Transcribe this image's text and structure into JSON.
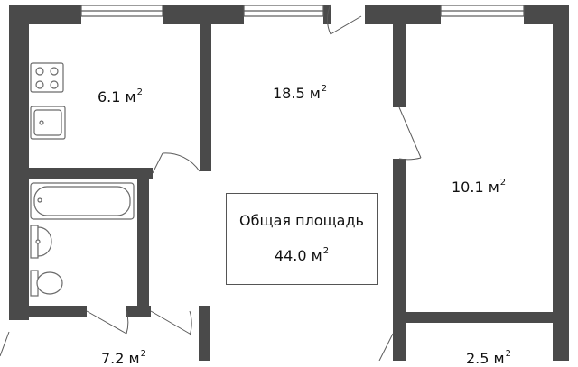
{
  "rooms": [
    {
      "id": "kitchen",
      "area": "6.1",
      "unit": "м"
    },
    {
      "id": "living",
      "area": "18.5",
      "unit": "м"
    },
    {
      "id": "bedroom",
      "area": "10.1",
      "unit": "м"
    },
    {
      "id": "hall",
      "area": "7.2",
      "unit": "м"
    },
    {
      "id": "storage",
      "area": "2.5",
      "unit": "м"
    }
  ],
  "unit_exponent": "2",
  "total": {
    "title": "Общая площадь",
    "area": "44.0",
    "unit": "м"
  },
  "colors": {
    "wall": "#4a4a4a",
    "fixture": "#6a6a6a",
    "window": "#5a5a5a",
    "background": "#ffffff"
  },
  "icons": [
    "stove-icon",
    "sink-icon",
    "bathtub-icon",
    "washbasin-icon",
    "toilet-icon",
    "door-swing-icon",
    "window-icon"
  ]
}
